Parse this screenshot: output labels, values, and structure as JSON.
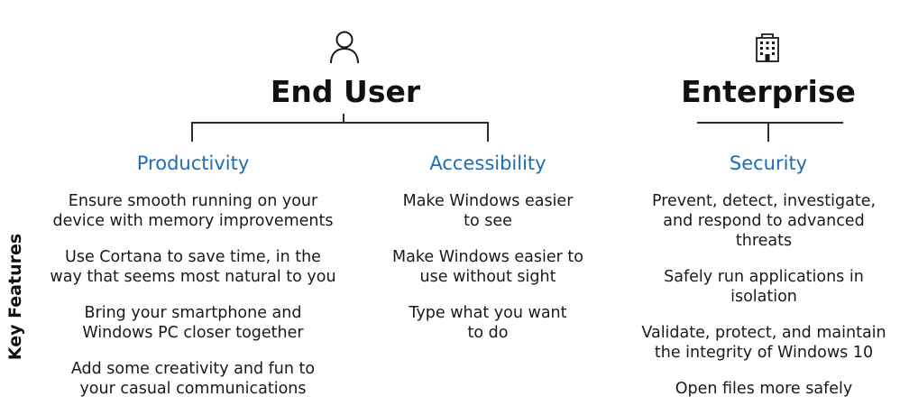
{
  "side_label": "Key Features",
  "groups": [
    {
      "title": "End User",
      "icon": "person-icon",
      "sections": [
        {
          "title": "Productivity",
          "features": [
            [
              "Ensure smooth running on your",
              "device with memory improvements"
            ],
            [
              "Use Cortana to save time, in the",
              "way that seems most natural to you"
            ],
            [
              "Bring your smartphone and",
              "Windows PC closer together"
            ],
            [
              "Add some creativity and fun to",
              "your casual communications"
            ]
          ]
        },
        {
          "title": "Accessibility",
          "features": [
            [
              "Make Windows easier",
              "to see"
            ],
            [
              "Make Windows easier to",
              "use without sight"
            ],
            [
              "Type what you want",
              "to do"
            ]
          ]
        }
      ]
    },
    {
      "title": "Enterprise",
      "icon": "building-icon",
      "sections": [
        {
          "title": "Security",
          "features": [
            [
              "Prevent, detect, investigate,",
              "and respond to advanced",
              "threats"
            ],
            [
              "Safely run applications in",
              "isolation"
            ],
            [
              "Validate, protect, and maintain",
              "the integrity of Windows 10"
            ],
            [
              "Open files more safely"
            ]
          ]
        }
      ]
    }
  ],
  "colors": {
    "section_title": "#1e6db5",
    "text": "#1a1a1a",
    "line": "#2b2b2b"
  }
}
